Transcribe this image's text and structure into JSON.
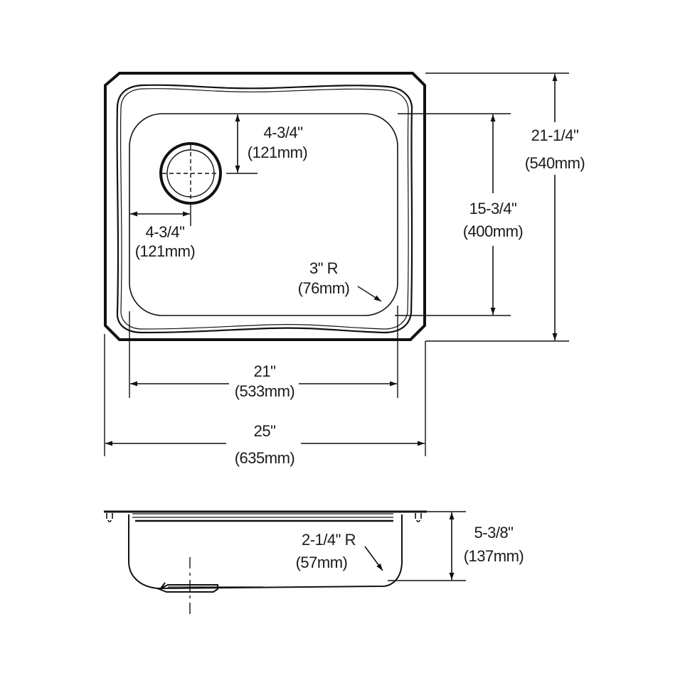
{
  "diagram": {
    "subject": "Single bowl top-mount sink dimensions",
    "colors": {
      "line": "#111111",
      "text": "#1a1a1a",
      "background": "#ffffff"
    },
    "top_view": {
      "drain_from_top": {
        "imperial": "4-3/4\"",
        "metric": "(121mm)"
      },
      "drain_from_left": {
        "imperial": "4-3/4\"",
        "metric": "(121mm)"
      },
      "bowl_corner_radius": {
        "imperial": "3\" R",
        "metric": "(76mm)"
      },
      "bowl_length": {
        "imperial": "15-3/4\"",
        "metric": "(400mm)"
      },
      "overall_length": {
        "imperial": "21-1/4\"",
        "metric": "(540mm)"
      },
      "bowl_width": {
        "imperial": "21\"",
        "metric": "(533mm)"
      },
      "overall_width": {
        "imperial": "25\"",
        "metric": "(635mm)"
      }
    },
    "side_view": {
      "bottom_radius": {
        "imperial": "2-1/4\" R",
        "metric": "(57mm)"
      },
      "depth": {
        "imperial": "5-3/8\"",
        "metric": "(137mm)"
      }
    }
  }
}
